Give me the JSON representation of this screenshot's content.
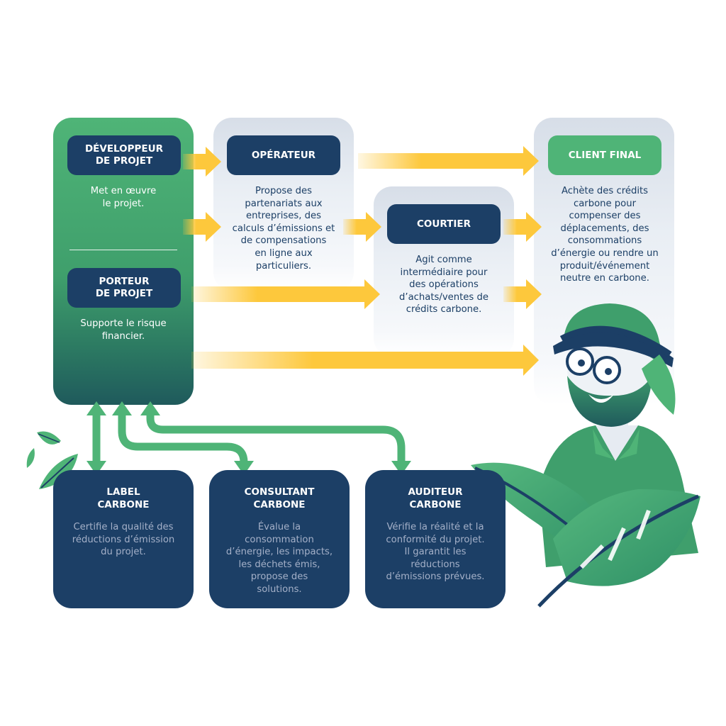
{
  "colors": {
    "navy": "#1c3f66",
    "green": "#4fb477",
    "arrow_yellow": "#fdc83c",
    "pale_panel": "#e6ebf2",
    "muted_text": "#a4b0c8"
  },
  "developpeur": {
    "title_line1": "DÉVELOPPEUR",
    "title_line2": "DE PROJET",
    "desc_line1": "Met en œuvre",
    "desc_line2": "le projet."
  },
  "porteur": {
    "title_line1": "PORTEUR",
    "title_line2": "DE PROJET",
    "desc_line1": "Supporte le risque",
    "desc_line2": "financier."
  },
  "operateur": {
    "title": "OPÉRATEUR",
    "desc_lines": [
      "Propose des",
      "partenariats aux",
      "entreprises, des",
      "calculs d’émissions et",
      "de compensations",
      "en ligne aux",
      "particuliers."
    ]
  },
  "courtier": {
    "title": "COURTIER",
    "desc_lines": [
      "Agit comme",
      "intermédiaire pour",
      "des opérations",
      "d’achats/ventes de",
      "crédits carbone."
    ]
  },
  "client": {
    "title": "CLIENT FINAL",
    "desc_lines": [
      "Achète des crédits",
      "carbone pour",
      "compenser des",
      "déplacements, des",
      "consommations",
      "d’énergie ou rendre un",
      "produit/événement",
      "neutre en carbone."
    ]
  },
  "label": {
    "title_line1": "LABEL",
    "title_line2": "CARBONE",
    "desc_lines": [
      "Certifie la qualité des",
      "réductions d’émission",
      "du projet."
    ]
  },
  "consultant": {
    "title_line1": "CONSULTANT",
    "title_line2": "CARBONE",
    "desc_lines": [
      "Évalue la",
      "consommation",
      "d’énergie, les impacts,",
      "les déchets émis,",
      "propose des",
      "solutions."
    ]
  },
  "auditeur": {
    "title_line1": "AUDITEUR",
    "title_line2": "CARBONE",
    "desc_lines": [
      "Vérifie la réalité et la",
      "conformité du projet.",
      "Il garantit les",
      "réductions",
      "d’émissions prévues."
    ]
  }
}
